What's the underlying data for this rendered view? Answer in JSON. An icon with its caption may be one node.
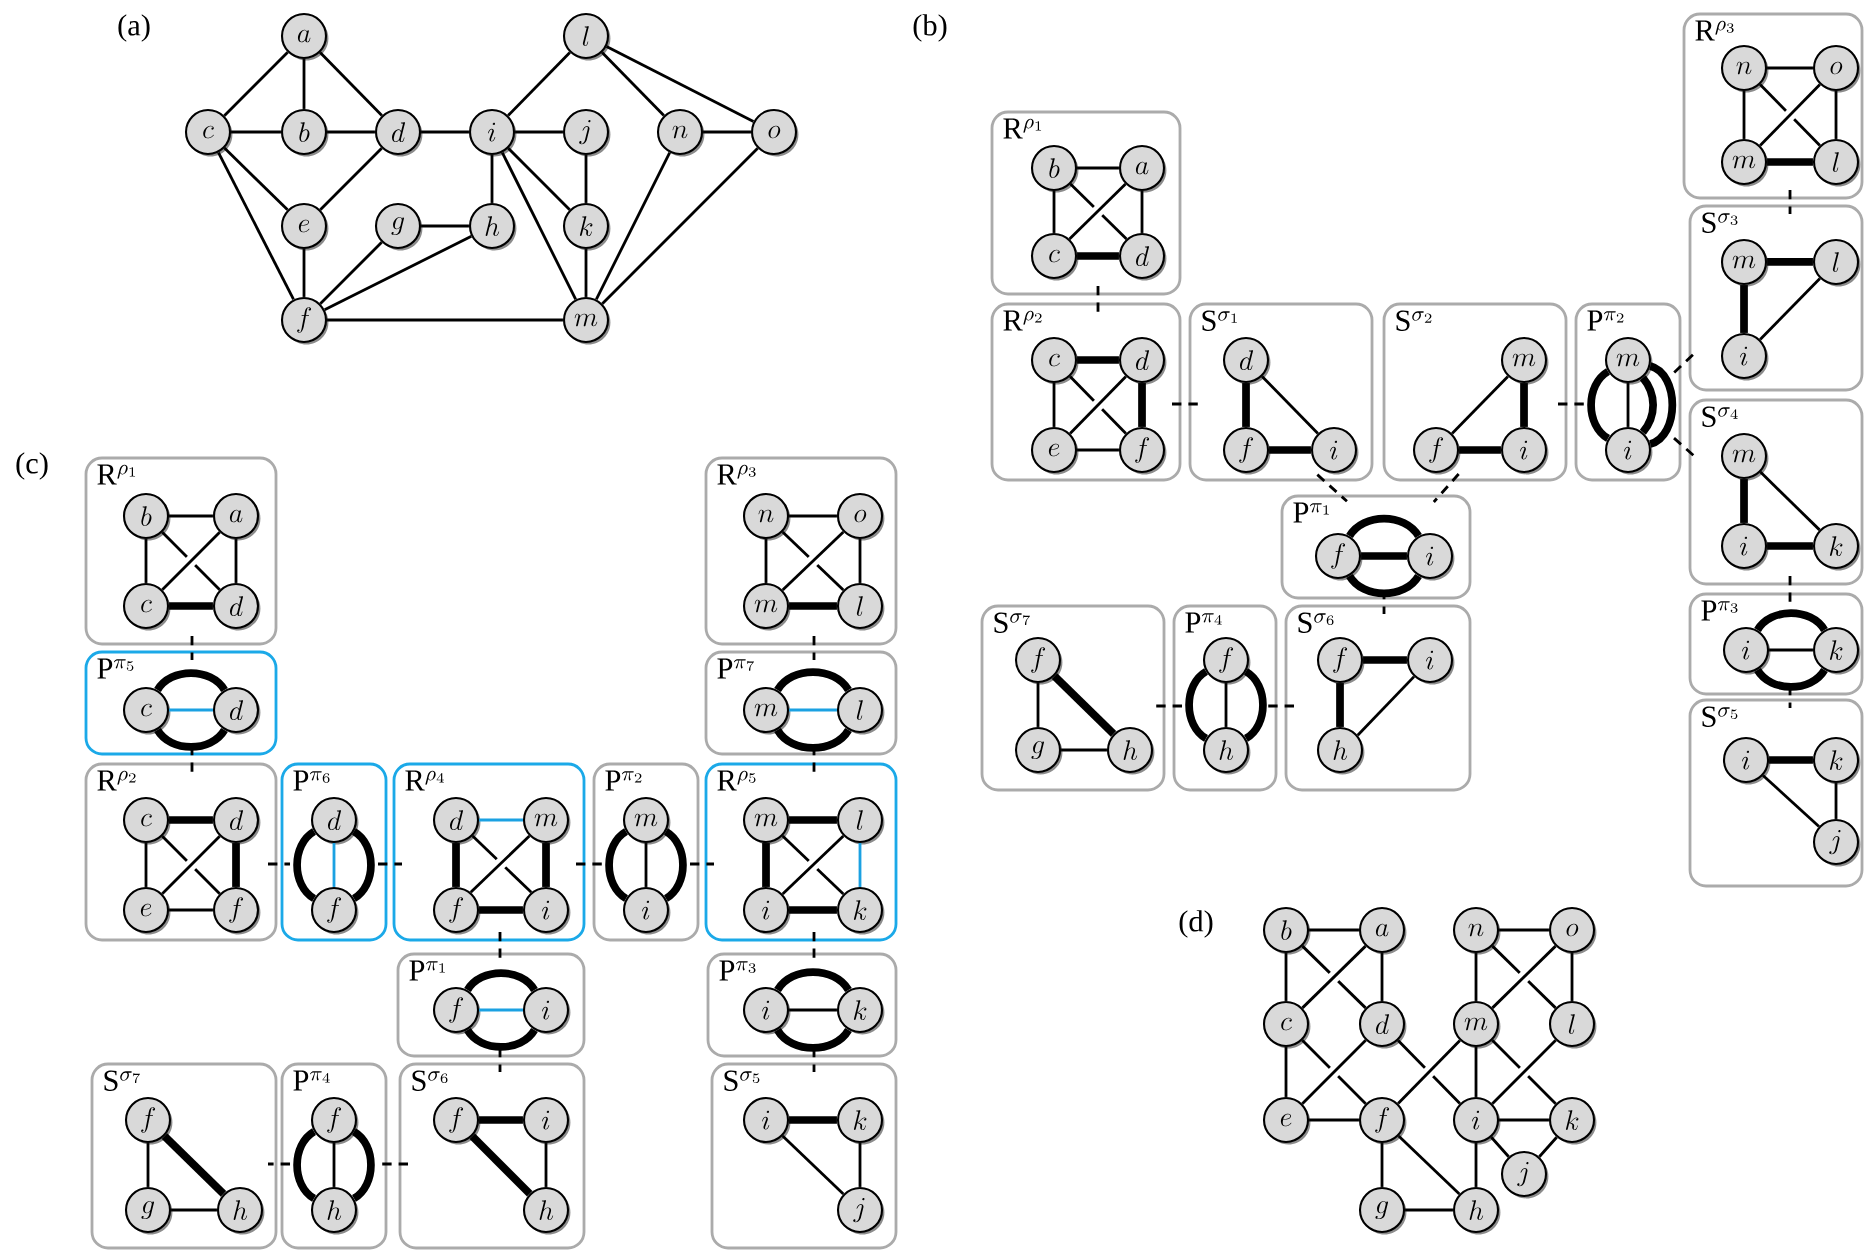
{
  "diagram": {
    "nodes": [
      {
        "text": [
          "a"
        ]
      },
      {
        "text": [
          "l"
        ]
      },
      {
        "text": [
          "c"
        ]
      },
      {
        "text": [
          "b"
        ]
      },
      {
        "text": [
          "d"
        ]
      },
      {
        "text": [
          "i"
        ]
      },
      {
        "text": [
          "j"
        ]
      },
      {
        "text": [
          "n"
        ]
      },
      {
        "text": [
          "o"
        ]
      },
      {
        "text": [
          "e"
        ]
      },
      {
        "text": [
          "g"
        ]
      },
      {
        "text": [
          "h"
        ]
      },
      {
        "text": [
          "k"
        ]
      },
      {
        "text": [
          "f"
        ]
      },
      {
        "text": [
          "m"
        ]
      },
      {
        "text": [
          "\\mathrm{R}^{\\rho_3}"
        ]
      },
      {
        "text": [
          "n"
        ],
        "in": 15
      },
      {
        "text": [
          "o"
        ],
        "in": 15
      },
      {
        "text": [
          "m"
        ],
        "in": 15
      },
      {
        "text": [
          "l"
        ],
        "in": 15
      },
      {
        "text": [
          "\\mathrm{R}^{\\rho_1}"
        ]
      },
      {
        "text": [
          "b"
        ],
        "in": 20
      },
      {
        "text": [
          "a"
        ],
        "in": 20
      },
      {
        "text": [
          "c"
        ],
        "in": 20
      },
      {
        "text": [
          "d"
        ],
        "in": 20
      },
      {
        "text": [
          "\\mathrm{S}^{\\sigma_3}"
        ]
      },
      {
        "text": [
          "m"
        ],
        "in": 25
      },
      {
        "text": [
          "l"
        ],
        "in": 25
      },
      {
        "text": [
          "i"
        ],
        "in": 25
      },
      {
        "text": [
          "\\mathrm{R}^{\\rho_2}"
        ]
      },
      {
        "text": [
          "c"
        ],
        "in": 29
      },
      {
        "text": [
          "d"
        ],
        "in": 29
      },
      {
        "text": [
          "e"
        ],
        "in": 29
      },
      {
        "text": [
          "f"
        ],
        "in": 29
      },
      {
        "text": [
          "\\mathrm{S}^{\\sigma_1}"
        ]
      },
      {
        "text": [
          "d"
        ],
        "in": 34
      },
      {
        "text": [
          "f"
        ],
        "in": 34
      },
      {
        "text": [
          "i"
        ],
        "in": 34
      },
      {
        "text": [
          "\\mathrm{S}^{\\sigma_2}"
        ]
      },
      {
        "text": [
          "m"
        ],
        "in": 38
      },
      {
        "text": [
          "f"
        ],
        "in": 38
      },
      {
        "text": [
          "i"
        ],
        "in": 38
      },
      {
        "text": [
          "\\mathrm{P}^{\\pi_2}"
        ]
      },
      {
        "text": [
          "m"
        ],
        "in": 42
      },
      {
        "text": [
          "i"
        ],
        "in": 42
      },
      {
        "text": [
          "\\mathrm{S}^{\\sigma_4}"
        ]
      },
      {
        "text": [
          "m"
        ],
        "in": 45
      },
      {
        "text": [
          "i"
        ],
        "in": 45
      },
      {
        "text": [
          "k"
        ],
        "in": 45
      },
      {
        "text": [
          "\\mathrm{P}^{\\pi_1}"
        ]
      },
      {
        "text": [
          "f"
        ],
        "in": 49
      },
      {
        "text": [
          "i"
        ],
        "in": 49
      },
      {
        "text": [
          "\\mathrm{P}^{\\pi_3}"
        ]
      },
      {
        "text": [
          "i"
        ],
        "in": 52
      },
      {
        "text": [
          "k"
        ],
        "in": 52
      },
      {
        "text": [
          "\\mathrm{S}^{\\sigma_7}"
        ]
      },
      {
        "text": [
          "f"
        ],
        "in": 55
      },
      {
        "text": [
          "g"
        ],
        "in": 55
      },
      {
        "text": [
          "h"
        ],
        "in": 55
      },
      {
        "text": [
          "\\mathrm{P}^{\\pi_4}"
        ]
      },
      {
        "text": [
          "f"
        ],
        "in": 59
      },
      {
        "text": [
          "h"
        ],
        "in": 59
      },
      {
        "text": [
          "\\mathrm{S}^{\\sigma_6}"
        ]
      },
      {
        "text": [
          "f"
        ],
        "in": 62
      },
      {
        "text": [
          "i"
        ],
        "in": 62
      },
      {
        "text": [
          "h"
        ],
        "in": 62
      },
      {
        "text": [
          "\\mathrm{S}^{\\sigma_5}"
        ]
      },
      {
        "text": [
          "i"
        ],
        "in": 66
      },
      {
        "text": [
          "k"
        ],
        "in": 66
      },
      {
        "text": [
          "j"
        ],
        "in": 66
      },
      {
        "text": [
          "\\mathrm{R}^{\\rho_1}"
        ]
      },
      {
        "text": [
          "b"
        ],
        "in": 70
      },
      {
        "text": [
          "a"
        ],
        "in": 70
      },
      {
        "text": [
          "c"
        ],
        "in": 70
      },
      {
        "text": [
          "d"
        ],
        "in": 70
      },
      {
        "text": [
          "\\mathrm{R}^{\\rho_3}"
        ]
      },
      {
        "text": [
          "n"
        ],
        "in": 75
      },
      {
        "text": [
          "o"
        ],
        "in": 75
      },
      {
        "text": [
          "m"
        ],
        "in": 75
      },
      {
        "text": [
          "l"
        ],
        "in": 75
      },
      {
        "text": [
          "\\mathrm{P}^{\\pi_5}"
        ]
      },
      {
        "text": [
          "c"
        ],
        "in": 80
      },
      {
        "text": [
          "d"
        ],
        "in": 80
      },
      {
        "text": [
          "\\mathrm{P}^{\\pi_7}"
        ]
      },
      {
        "text": [
          "m"
        ],
        "in": 83
      },
      {
        "text": [
          "l"
        ],
        "in": 83
      },
      {
        "text": [
          "\\mathrm{R}^{\\rho_2}"
        ]
      },
      {
        "text": [
          "c"
        ],
        "in": 86
      },
      {
        "text": [
          "d"
        ],
        "in": 86
      },
      {
        "text": [
          "e"
        ],
        "in": 86
      },
      {
        "text": [
          "f"
        ],
        "in": 86
      },
      {
        "text": [
          "\\mathrm{P}^{\\pi_6}"
        ]
      },
      {
        "text": [
          "d"
        ],
        "in": 91
      },
      {
        "text": [
          "f"
        ],
        "in": 91
      },
      {
        "text": [
          "\\mathrm{R}^{\\rho_4}"
        ]
      },
      {
        "text": [
          "d"
        ],
        "in": 94
      },
      {
        "text": [
          "m"
        ],
        "in": 94
      },
      {
        "text": [
          "f"
        ],
        "in": 94
      },
      {
        "text": [
          "i"
        ],
        "in": 94
      },
      {
        "text": [
          "\\mathrm{P}^{\\pi_2}"
        ]
      },
      {
        "text": [
          "m"
        ],
        "in": 99
      },
      {
        "text": [
          "i"
        ],
        "in": 99
      },
      {
        "text": [
          "\\mathrm{R}^{\\rho_5}"
        ]
      },
      {
        "text": [
          "m"
        ],
        "in": 102
      },
      {
        "text": [
          "l"
        ],
        "in": 102
      },
      {
        "text": [
          "i"
        ],
        "in": 102
      },
      {
        "text": [
          "k"
        ],
        "in": 102
      },
      {
        "text": [
          "\\mathrm{P}^{\\pi_1}"
        ]
      },
      {
        "text": [
          "f"
        ],
        "in": 107
      },
      {
        "text": [
          "i"
        ],
        "in": 107
      },
      {
        "text": [
          "\\mathrm{P}^{\\pi_3}"
        ]
      },
      {
        "text": [
          "i"
        ],
        "in": 110
      },
      {
        "text": [
          "k"
        ],
        "in": 110
      },
      {
        "text": [
          "\\mathrm{S}^{\\sigma_7}"
        ]
      },
      {
        "text": [
          "f"
        ],
        "in": 113
      },
      {
        "text": [
          "g"
        ],
        "in": 113
      },
      {
        "text": [
          "h"
        ],
        "in": 113
      },
      {
        "text": [
          "\\mathrm{P}^{\\pi_4}"
        ]
      },
      {
        "text": [
          "f"
        ],
        "in": 117
      },
      {
        "text": [
          "h"
        ],
        "in": 117
      },
      {
        "text": [
          "\\mathrm{S}^{\\sigma_6}"
        ]
      },
      {
        "text": [
          "f"
        ],
        "in": 120
      },
      {
        "text": [
          "i"
        ],
        "in": 120
      },
      {
        "text": [
          "h"
        ],
        "in": 120
      },
      {
        "text": [
          "\\mathrm{S}^{\\sigma_5}"
        ]
      },
      {
        "text": [
          "i"
        ],
        "in": 124
      },
      {
        "text": [
          "k"
        ],
        "in": 124
      },
      {
        "text": [
          "j"
        ],
        "in": 124
      },
      {
        "text": [
          "b"
        ]
      },
      {
        "text": [
          "a"
        ]
      },
      {
        "text": [
          "n"
        ]
      },
      {
        "text": [
          "o"
        ]
      },
      {
        "text": [
          "c"
        ]
      },
      {
        "text": [
          "d"
        ]
      },
      {
        "text": [
          "m"
        ]
      },
      {
        "text": [
          "l"
        ]
      },
      {
        "text": [
          "e"
        ]
      },
      {
        "text": [
          "f"
        ]
      },
      {
        "text": [
          "i"
        ]
      },
      {
        "text": [
          "k"
        ]
      },
      {
        "text": [
          "j"
        ]
      },
      {
        "text": [
          "g"
        ]
      },
      {
        "text": [
          "h"
        ]
      }
    ],
    "edges": [
      {
        "from": 0,
        "to": 2,
        "arrow": "none"
      },
      {
        "from": 0,
        "to": 3,
        "arrow": "none"
      },
      {
        "from": 0,
        "to": 4,
        "arrow": "none"
      },
      {
        "from": 2,
        "to": 3,
        "arrow": "none"
      },
      {
        "from": 3,
        "to": 4,
        "arrow": "none"
      },
      {
        "from": 2,
        "to": 9,
        "arrow": "none"
      },
      {
        "from": 2,
        "to": 13,
        "arrow": "none"
      },
      {
        "from": 4,
        "to": 9,
        "arrow": "none"
      },
      {
        "from": 4,
        "to": 5,
        "arrow": "none"
      },
      {
        "from": 9,
        "to": 13,
        "arrow": "none"
      },
      {
        "from": 10,
        "to": 11,
        "arrow": "none"
      },
      {
        "from": 10,
        "to": 13,
        "arrow": "none"
      },
      {
        "from": 11,
        "to": 13,
        "arrow": "none"
      },
      {
        "from": 13,
        "to": 14,
        "arrow": "none"
      },
      {
        "from": 5,
        "to": 1,
        "arrow": "none"
      },
      {
        "from": 5,
        "to": 6,
        "arrow": "none"
      },
      {
        "from": 5,
        "to": 11,
        "arrow": "none"
      },
      {
        "from": 5,
        "to": 12,
        "arrow": "none"
      },
      {
        "from": 5,
        "to": 14,
        "arrow": "none"
      },
      {
        "from": 6,
        "to": 12,
        "arrow": "none"
      },
      {
        "from": 12,
        "to": 14,
        "arrow": "none"
      },
      {
        "from": 1,
        "to": 7,
        "arrow": "none"
      },
      {
        "from": 1,
        "to": 8,
        "arrow": "none"
      },
      {
        "from": 7,
        "to": 8,
        "arrow": "none"
      },
      {
        "from": 7,
        "to": 14,
        "arrow": "none"
      },
      {
        "from": 8,
        "to": 14,
        "arrow": "none"
      },
      {
        "from": 16,
        "to": 17,
        "arrow": "none"
      },
      {
        "from": 16,
        "to": 18,
        "arrow": "none"
      },
      {
        "from": 17,
        "to": 19,
        "arrow": "none"
      },
      {
        "from": 18,
        "to": 19,
        "arrow": "none",
        "style": "thick"
      },
      {
        "from": 16,
        "to": 19,
        "arrow": "none"
      },
      {
        "from": 18,
        "to": 17,
        "arrow": "none"
      },
      {
        "from": 21,
        "to": 22,
        "arrow": "none"
      },
      {
        "from": 21,
        "to": 23,
        "arrow": "none"
      },
      {
        "from": 22,
        "to": 24,
        "arrow": "none"
      },
      {
        "from": 23,
        "to": 24,
        "arrow": "none",
        "style": "thick"
      },
      {
        "from": 21,
        "to": 24,
        "arrow": "none"
      },
      {
        "from": 22,
        "to": 23,
        "arrow": "none"
      },
      {
        "from": 26,
        "to": 27,
        "arrow": "none",
        "style": "thick"
      },
      {
        "from": 26,
        "to": 28,
        "arrow": "none",
        "style": "thick"
      },
      {
        "from": 28,
        "to": 27,
        "arrow": "none"
      },
      {
        "from": 30,
        "to": 31,
        "arrow": "none",
        "style": "thick"
      },
      {
        "from": 30,
        "to": 32,
        "arrow": "none"
      },
      {
        "from": 31,
        "to": 33,
        "arrow": "none",
        "style": "thick"
      },
      {
        "from": 32,
        "to": 33,
        "arrow": "none"
      },
      {
        "from": 30,
        "to": 33,
        "arrow": "none"
      },
      {
        "from": 31,
        "to": 32,
        "arrow": "none"
      },
      {
        "from": 35,
        "to": 36,
        "arrow": "none",
        "style": "thick"
      },
      {
        "from": 36,
        "to": 37,
        "arrow": "none",
        "style": "thick"
      },
      {
        "from": 35,
        "to": 37,
        "arrow": "none"
      },
      {
        "from": 39,
        "to": 41,
        "arrow": "none",
        "style": "thick"
      },
      {
        "from": 40,
        "to": 41,
        "arrow": "none",
        "style": "thick"
      },
      {
        "from": 40,
        "to": 39,
        "arrow": "none"
      },
      {
        "from": 43,
        "to": 44,
        "arrow": "none",
        "style": "thick"
      },
      {
        "from": 43,
        "to": 44,
        "arrow": "none",
        "style": "thick"
      },
      {
        "from": 43,
        "to": 44,
        "arrow": "none"
      },
      {
        "from": 43,
        "to": 44,
        "arrow": "none",
        "style": "thick"
      },
      {
        "from": 46,
        "to": 47,
        "arrow": "none",
        "style": "thick"
      },
      {
        "from": 47,
        "to": 48,
        "arrow": "none",
        "style": "thick"
      },
      {
        "from": 46,
        "to": 48,
        "arrow": "none"
      },
      {
        "from": 50,
        "to": 51,
        "arrow": "none",
        "style": "thick"
      },
      {
        "from": 50,
        "to": 51,
        "arrow": "none",
        "style": "thick"
      },
      {
        "from": 50,
        "to": 51,
        "arrow": "none",
        "style": "thick"
      },
      {
        "from": 53,
        "to": 54,
        "arrow": "none",
        "style": "thick"
      },
      {
        "from": 53,
        "to": 54,
        "arrow": "none"
      },
      {
        "from": 53,
        "to": 54,
        "arrow": "none",
        "style": "thick"
      },
      {
        "from": 56,
        "to": 58,
        "arrow": "none",
        "style": "thick"
      },
      {
        "from": 56,
        "to": 57,
        "arrow": "none"
      },
      {
        "from": 57,
        "to": 58,
        "arrow": "none"
      },
      {
        "from": 60,
        "to": 61,
        "arrow": "none",
        "style": "thick"
      },
      {
        "from": 60,
        "to": 61,
        "arrow": "none"
      },
      {
        "from": 60,
        "to": 61,
        "arrow": "none",
        "style": "thick"
      },
      {
        "from": 63,
        "to": 64,
        "arrow": "none",
        "style": "thick"
      },
      {
        "from": 63,
        "to": 65,
        "arrow": "none",
        "style": "thick"
      },
      {
        "from": 64,
        "to": 65,
        "arrow": "none"
      },
      {
        "from": 67,
        "to": 68,
        "arrow": "none",
        "style": "thick"
      },
      {
        "from": 67,
        "to": 69,
        "arrow": "none"
      },
      {
        "from": 68,
        "to": 69,
        "arrow": "none"
      },
      {
        "from": 20,
        "to": 29,
        "arrow": "none",
        "style": "dashed"
      },
      {
        "from": 29,
        "to": 34,
        "arrow": "none",
        "style": "dashed"
      },
      {
        "from": 34,
        "to": 49,
        "arrow": "none",
        "style": "dashed"
      },
      {
        "from": 38,
        "to": 49,
        "arrow": "none",
        "style": "dashed"
      },
      {
        "from": 38,
        "to": 42,
        "arrow": "none",
        "style": "dashed"
      },
      {
        "from": 42,
        "to": 25,
        "arrow": "none",
        "style": "dashed"
      },
      {
        "from": 42,
        "to": 45,
        "arrow": "none",
        "style": "dashed"
      },
      {
        "from": 15,
        "to": 25,
        "arrow": "none",
        "style": "dashed"
      },
      {
        "from": 45,
        "to": 52,
        "arrow": "none",
        "style": "dashed"
      },
      {
        "from": 52,
        "to": 66,
        "arrow": "none",
        "style": "dashed"
      },
      {
        "from": 49,
        "to": 62,
        "arrow": "none",
        "style": "dashed"
      },
      {
        "from": 62,
        "to": 59,
        "arrow": "none",
        "style": "dashed"
      },
      {
        "from": 59,
        "to": 55,
        "arrow": "none",
        "style": "dashed"
      },
      {
        "from": 71,
        "to": 72,
        "arrow": "none"
      },
      {
        "from": 71,
        "to": 73,
        "arrow": "none"
      },
      {
        "from": 72,
        "to": 74,
        "arrow": "none"
      },
      {
        "from": 73,
        "to": 74,
        "arrow": "none",
        "style": "thick"
      },
      {
        "from": 71,
        "to": 74,
        "arrow": "none"
      },
      {
        "from": 72,
        "to": 73,
        "arrow": "none"
      },
      {
        "from": 76,
        "to": 77,
        "arrow": "none"
      },
      {
        "from": 76,
        "to": 78,
        "arrow": "none"
      },
      {
        "from": 77,
        "to": 79,
        "arrow": "none"
      },
      {
        "from": 78,
        "to": 79,
        "arrow": "none",
        "style": "thick"
      },
      {
        "from": 76,
        "to": 79,
        "arrow": "none"
      },
      {
        "from": 78,
        "to": 77,
        "arrow": "none"
      },
      {
        "from": 81,
        "to": 82,
        "arrow": "none",
        "style": "thick"
      },
      {
        "from": 81,
        "to": 82,
        "arrow": "none",
        "color": "#1ba1e2"
      },
      {
        "from": 81,
        "to": 82,
        "arrow": "none",
        "style": "thick"
      },
      {
        "from": 84,
        "to": 85,
        "arrow": "none",
        "style": "thick"
      },
      {
        "from": 84,
        "to": 85,
        "arrow": "none",
        "color": "#1ba1e2"
      },
      {
        "from": 84,
        "to": 85,
        "arrow": "none",
        "style": "thick"
      },
      {
        "from": 87,
        "to": 88,
        "arrow": "none",
        "style": "thick"
      },
      {
        "from": 87,
        "to": 89,
        "arrow": "none"
      },
      {
        "from": 88,
        "to": 90,
        "arrow": "none",
        "style": "thick"
      },
      {
        "from": 89,
        "to": 90,
        "arrow": "none"
      },
      {
        "from": 87,
        "to": 90,
        "arrow": "none"
      },
      {
        "from": 88,
        "to": 89,
        "arrow": "none"
      },
      {
        "from": 92,
        "to": 93,
        "arrow": "none",
        "style": "thick"
      },
      {
        "from": 92,
        "to": 93,
        "arrow": "none",
        "color": "#1ba1e2"
      },
      {
        "from": 92,
        "to": 93,
        "arrow": "none",
        "style": "thick"
      },
      {
        "from": 95,
        "to": 96,
        "arrow": "none",
        "color": "#1ba1e2"
      },
      {
        "from": 95,
        "to": 97,
        "arrow": "none",
        "style": "thick"
      },
      {
        "from": 96,
        "to": 98,
        "arrow": "none",
        "style": "thick"
      },
      {
        "from": 97,
        "to": 98,
        "arrow": "none",
        "style": "thick"
      },
      {
        "from": 95,
        "to": 98,
        "arrow": "none"
      },
      {
        "from": 96,
        "to": 97,
        "arrow": "none"
      },
      {
        "from": 100,
        "to": 101,
        "arrow": "none",
        "style": "thick"
      },
      {
        "from": 100,
        "to": 101,
        "arrow": "none"
      },
      {
        "from": 100,
        "to": 101,
        "arrow": "none",
        "style": "thick"
      },
      {
        "from": 103,
        "to": 104,
        "arrow": "none",
        "style": "thick"
      },
      {
        "from": 103,
        "to": 105,
        "arrow": "none",
        "style": "thick"
      },
      {
        "from": 105,
        "to": 106,
        "arrow": "none",
        "style": "thick"
      },
      {
        "from": 104,
        "to": 106,
        "arrow": "none",
        "color": "#1ba1e2"
      },
      {
        "from": 103,
        "to": 106,
        "arrow": "none"
      },
      {
        "from": 104,
        "to": 105,
        "arrow": "none"
      },
      {
        "from": 108,
        "to": 109,
        "arrow": "none",
        "style": "thick"
      },
      {
        "from": 108,
        "to": 109,
        "arrow": "none",
        "color": "#1ba1e2"
      },
      {
        "from": 108,
        "to": 109,
        "arrow": "none",
        "style": "thick"
      },
      {
        "from": 111,
        "to": 112,
        "arrow": "none",
        "style": "thick"
      },
      {
        "from": 111,
        "to": 112,
        "arrow": "none"
      },
      {
        "from": 111,
        "to": 112,
        "arrow": "none",
        "style": "thick"
      },
      {
        "from": 114,
        "to": 116,
        "arrow": "none",
        "style": "thick"
      },
      {
        "from": 114,
        "to": 115,
        "arrow": "none"
      },
      {
        "from": 115,
        "to": 116,
        "arrow": "none"
      },
      {
        "from": 118,
        "to": 119,
        "arrow": "none",
        "style": "thick"
      },
      {
        "from": 118,
        "to": 119,
        "arrow": "none"
      },
      {
        "from": 118,
        "to": 119,
        "arrow": "none",
        "style": "thick"
      },
      {
        "from": 121,
        "to": 122,
        "arrow": "none",
        "style": "thick"
      },
      {
        "from": 121,
        "to": 123,
        "arrow": "none",
        "style": "thick"
      },
      {
        "from": 122,
        "to": 123,
        "arrow": "none"
      },
      {
        "from": 125,
        "to": 126,
        "arrow": "none",
        "style": "thick"
      },
      {
        "from": 126,
        "to": 127,
        "arrow": "none"
      },
      {
        "from": 125,
        "to": 127,
        "arrow": "none"
      },
      {
        "from": 70,
        "to": 80,
        "arrow": "none",
        "style": "dashed"
      },
      {
        "from": 80,
        "to": 86,
        "arrow": "none",
        "style": "dashed"
      },
      {
        "from": 86,
        "to": 91,
        "arrow": "none",
        "style": "dashed"
      },
      {
        "from": 91,
        "to": 94,
        "arrow": "none",
        "style": "dashed"
      },
      {
        "from": 94,
        "to": 99,
        "arrow": "none",
        "style": "dashed"
      },
      {
        "from": 99,
        "to": 102,
        "arrow": "none",
        "style": "dashed"
      },
      {
        "from": 75,
        "to": 83,
        "arrow": "none",
        "style": "dashed"
      },
      {
        "from": 83,
        "to": 102,
        "arrow": "none",
        "style": "dashed"
      },
      {
        "from": 94,
        "to": 107,
        "arrow": "none",
        "style": "dashed"
      },
      {
        "from": 107,
        "to": 120,
        "arrow": "none",
        "style": "dashed"
      },
      {
        "from": 120,
        "to": 117,
        "arrow": "none",
        "style": "dashed"
      },
      {
        "from": 117,
        "to": 113,
        "arrow": "none",
        "style": "dashed"
      },
      {
        "from": 102,
        "to": 110,
        "arrow": "none",
        "style": "dashed"
      },
      {
        "from": 110,
        "to": 124,
        "arrow": "none",
        "style": "dashed"
      },
      {
        "from": 128,
        "to": 129,
        "arrow": "none"
      },
      {
        "from": 128,
        "to": 132,
        "arrow": "none"
      },
      {
        "from": 128,
        "to": 133,
        "arrow": "none"
      },
      {
        "from": 129,
        "to": 132,
        "arrow": "none"
      },
      {
        "from": 129,
        "to": 133,
        "arrow": "none"
      },
      {
        "from": 132,
        "to": 136,
        "arrow": "none"
      },
      {
        "from": 132,
        "to": 137,
        "arrow": "none"
      },
      {
        "from": 133,
        "to": 136,
        "arrow": "none"
      },
      {
        "from": 133,
        "to": 138,
        "arrow": "none"
      },
      {
        "from": 136,
        "to": 137,
        "arrow": "none"
      },
      {
        "from": 137,
        "to": 134,
        "arrow": "none"
      },
      {
        "from": 137,
        "to": 141,
        "arrow": "none"
      },
      {
        "from": 137,
        "to": 142,
        "arrow": "none"
      },
      {
        "from": 141,
        "to": 142,
        "arrow": "none"
      },
      {
        "from": 130,
        "to": 131,
        "arrow": "none"
      },
      {
        "from": 130,
        "to": 134,
        "arrow": "none"
      },
      {
        "from": 130,
        "to": 135,
        "arrow": "none"
      },
      {
        "from": 131,
        "to": 134,
        "arrow": "none"
      },
      {
        "from": 131,
        "to": 135,
        "arrow": "none"
      },
      {
        "from": 134,
        "to": 138,
        "arrow": "none"
      },
      {
        "from": 134,
        "to": 139,
        "arrow": "none"
      },
      {
        "from": 135,
        "to": 138,
        "arrow": "none"
      },
      {
        "from": 138,
        "to": 139,
        "arrow": "none"
      },
      {
        "from": 138,
        "to": 140,
        "arrow": "none"
      },
      {
        "from": 140,
        "to": 139,
        "arrow": "none"
      },
      {
        "from": 138,
        "to": 142,
        "arrow": "none"
      }
    ],
    "labels": [
      "(a)",
      "(b)",
      "(c)",
      "(d)"
    ]
  }
}
